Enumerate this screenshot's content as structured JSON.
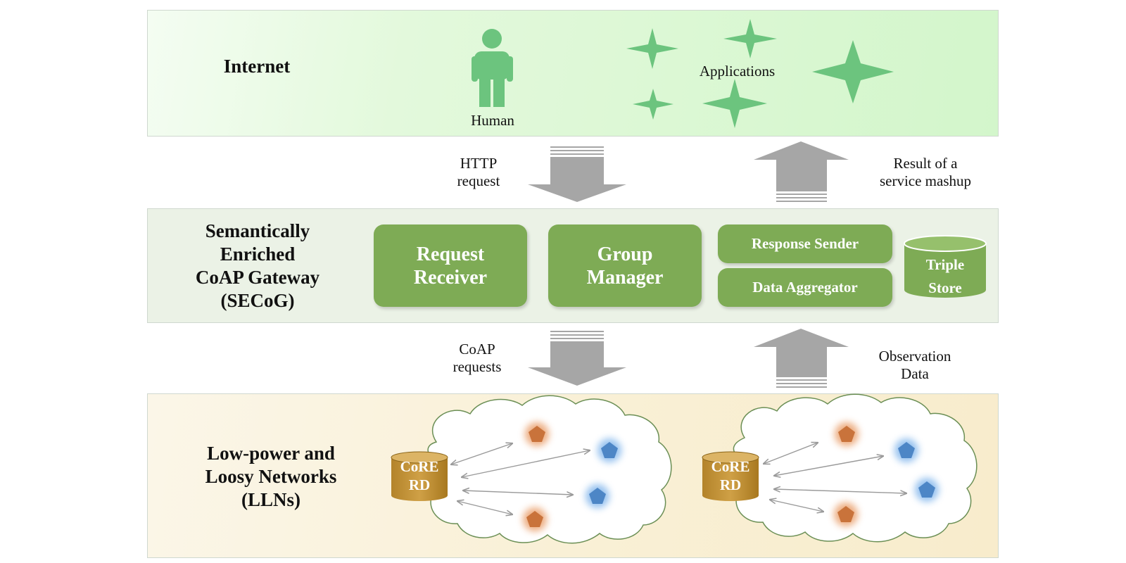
{
  "internet": {
    "title": "Internet",
    "human_label": "Human",
    "applications_label": "Applications"
  },
  "flows": {
    "http_request": [
      "HTTP",
      "request"
    ],
    "mashup_result": [
      "Result of a",
      "service mashup"
    ],
    "coap_requests": [
      "CoAP",
      "requests"
    ],
    "observation_data": [
      "Observation",
      "Data"
    ]
  },
  "gateway": {
    "title": [
      "Semantically",
      "Enriched",
      "CoAP Gateway",
      "(SECoG)"
    ],
    "request_receiver": [
      "Request",
      "Receiver"
    ],
    "group_manager": [
      "Group",
      "Manager"
    ],
    "response_sender": "Response Sender",
    "data_aggregator": "Data Aggregator",
    "triple_store": [
      "Triple",
      "Store"
    ]
  },
  "lln": {
    "title": [
      "Low-power and",
      "Loosy Networks",
      "(LLNs)"
    ],
    "networks": [
      {
        "rd_label": [
          "CoRE",
          "RD"
        ]
      },
      {
        "rd_label": [
          "CoRE",
          "RD"
        ]
      }
    ]
  },
  "colors": {
    "green_box": "#7eab55",
    "icon_green": "#6cc47e",
    "arrow_gray": "#a6a6a6",
    "sensor_orange": "#c9733b",
    "sensor_blue": "#4d86c6",
    "rd_gold": "#c49535"
  }
}
